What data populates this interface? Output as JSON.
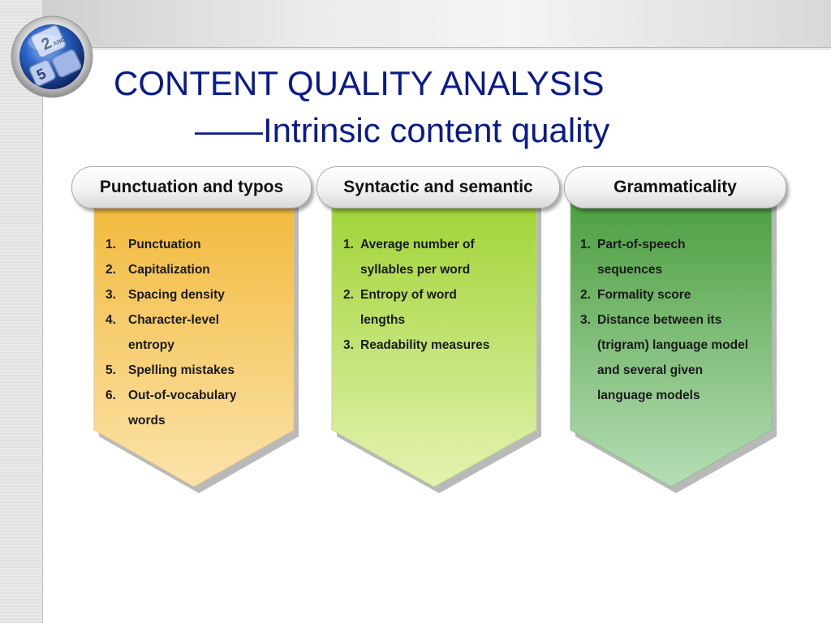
{
  "slide": {
    "title": "CONTENT QUALITY ANALYSIS",
    "subtitle": "——Intrinsic content quality"
  },
  "colors": {
    "title": "#0a1a8c",
    "panel_orange_top": "#f2b93a",
    "panel_orange_bottom": "#fbe3aa",
    "panel_green_top": "#9fd334",
    "panel_green_bottom": "#e4f3b0",
    "panel_darkgreen_top": "#4b9e3f",
    "panel_darkgreen_bottom": "#b6deb6"
  },
  "panels": [
    {
      "header": "Punctuation and typos",
      "items": [
        {
          "num": "1.",
          "text": "Punctuation"
        },
        {
          "num": "2.",
          "text": "Capitalization"
        },
        {
          "num": "3.",
          "text": "Spacing density"
        },
        {
          "num": "4.",
          "text": "Character-level entropy"
        },
        {
          "num": "5.",
          "text": "Spelling mistakes"
        },
        {
          "num": "6.",
          "text": "Out-of-vocabulary words"
        }
      ]
    },
    {
      "header": "Syntactic and semantic",
      "items": [
        {
          "num": "1.",
          "text": "Average number of syllables per word"
        },
        {
          "num": "2.",
          "text": "Entropy of word lengths"
        },
        {
          "num": "3.",
          "text": "Readability measures"
        }
      ]
    },
    {
      "header": "Grammaticality",
      "items": [
        {
          "num": "1.",
          "text": "Part-of-speech sequences"
        },
        {
          "num": "2.",
          "text": "Formality score"
        },
        {
          "num": "3.",
          "text": "Distance between its (trigram) language model and several given language models"
        }
      ]
    }
  ],
  "icons": {
    "logo": "keypad-keys-icon"
  }
}
